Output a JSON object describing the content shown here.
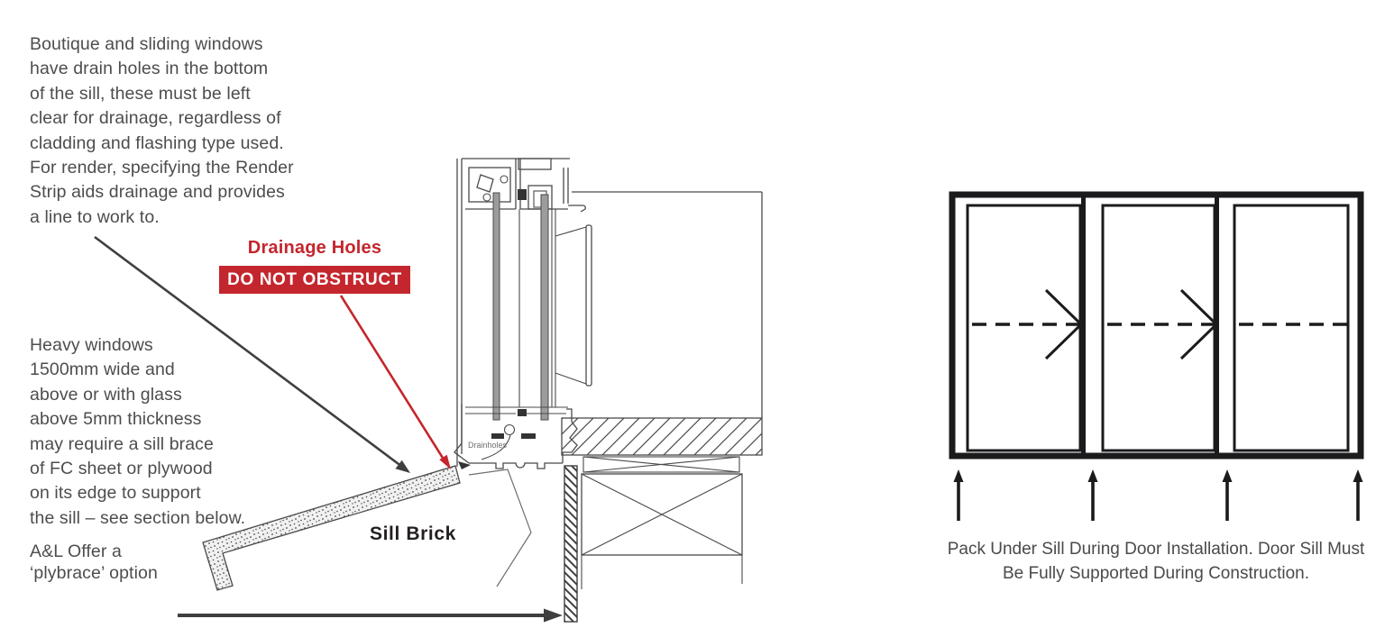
{
  "colors": {
    "accent_red": "#c4262d",
    "body_text": "#4d4d4f",
    "line_ink": "#231f20"
  },
  "notes": {
    "drainage": "Boutique and sliding windows\nhave drain holes in the bottom\nof the sill, these must be left\nclear for drainage, regardless of\ncladding and flashing type used.\nFor render, specifying the Render\nStrip aids drainage and provides\na line to work to.",
    "heavy_windows": "Heavy windows\n1500mm wide and\nabove or with glass\nabove 5mm thickness\nmay require a sill brace\nof FC sheet or plywood\non its edge to support\nthe sill – see section below.",
    "plybrace": "A&L Offer a\n‘plybrace’ option"
  },
  "callout": {
    "title": "Drainage Holes",
    "warning": "DO NOT OBSTRUCT"
  },
  "section_drawing": {
    "sill_brick_label": "Sill Brick",
    "drainholes_label": "Drainholes"
  },
  "door_diagram": {
    "caption": "Pack Under Sill During Door Installation. Door Sill Must\nBe Fully Supported During Construction.",
    "panel_count": 3,
    "sliding_panels_with_arrows": 2,
    "support_arrow_count": 4
  }
}
